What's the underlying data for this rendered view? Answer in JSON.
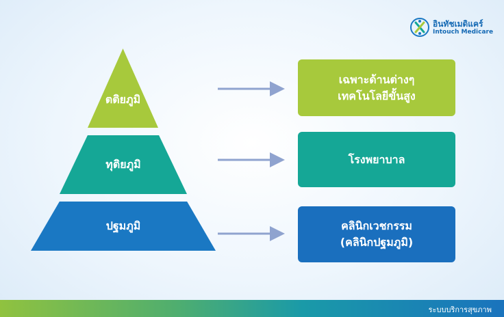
{
  "logo": {
    "thai": "อินทัชเมดิแคร์",
    "english": "Intouch Medicare",
    "icon": "intouch-medicare-logo-icon"
  },
  "pyramid": {
    "top": "ตติยภูมิ",
    "middle": "ทุติยภูมิ",
    "bottom": "ปฐมภูมิ"
  },
  "boxes": {
    "top": {
      "line1": "เฉพาะด้านต่างๆ",
      "line2": "เทคโนโลยีขั้นสูง"
    },
    "middle": {
      "line1": "โรงพยาบาล"
    },
    "bottom": {
      "line1": "คลินิกเวชกรรม",
      "line2": "(คลินิกปฐมภูมิ)"
    }
  },
  "footer": {
    "text": "ระบบบริการสุขภาพ"
  },
  "colors": {
    "green": "#a7c93c",
    "teal": "#15a796",
    "blue": "#1a78c3",
    "arrow": "#8fa3cf"
  }
}
